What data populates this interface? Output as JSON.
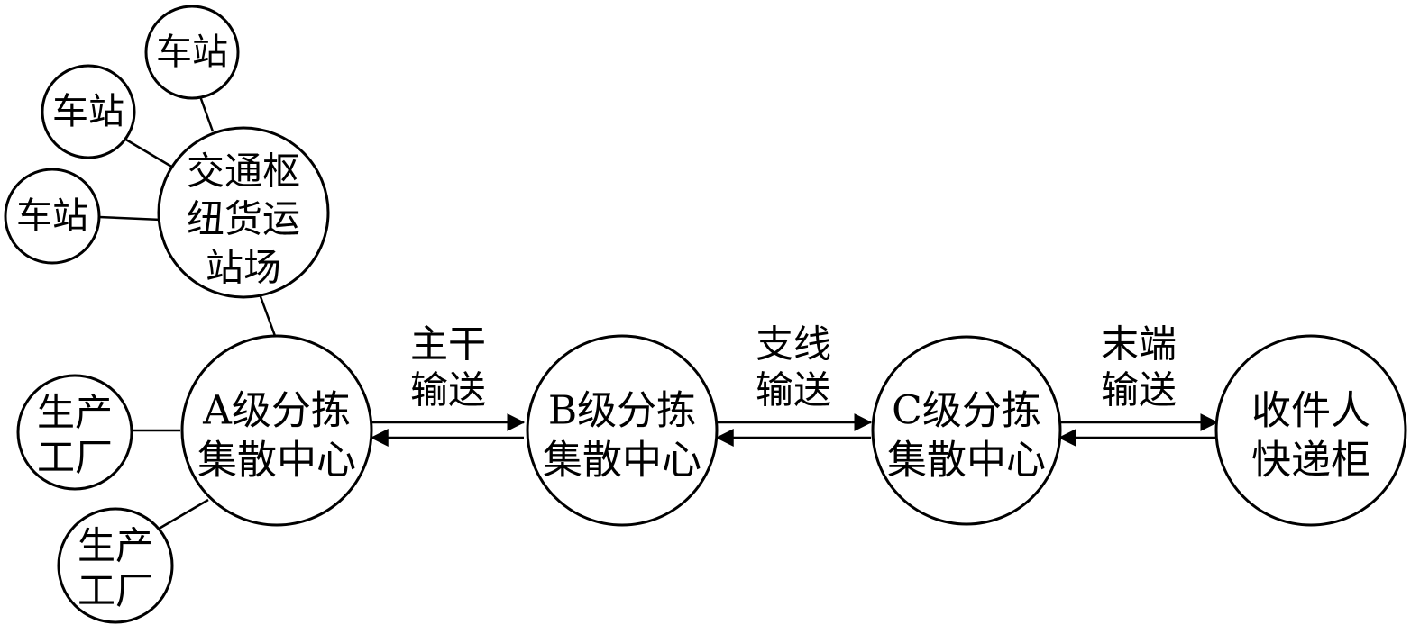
{
  "colors": {
    "stroke": "#000000",
    "fill": "#ffffff"
  },
  "nodes": {
    "station_top": {
      "lines": [
        "车站"
      ]
    },
    "station_mid": {
      "lines": [
        "车站"
      ]
    },
    "station_left": {
      "lines": [
        "车站"
      ]
    },
    "hub": {
      "lines": [
        "交通枢",
        "纽货运",
        "站场"
      ]
    },
    "factory_left": {
      "lines": [
        "生产",
        "工厂"
      ]
    },
    "factory_bottom": {
      "lines": [
        "生产",
        "工厂"
      ]
    },
    "center_a": {
      "lines": [
        "A级分拣",
        "集散中心"
      ]
    },
    "center_b": {
      "lines": [
        "B级分拣",
        "集散中心"
      ]
    },
    "center_c": {
      "lines": [
        "C级分拣",
        "集散中心"
      ]
    },
    "recipient": {
      "lines": [
        "收件人",
        "快递柜"
      ]
    }
  },
  "edges": {
    "trunk": {
      "lines": [
        "主干",
        "输送"
      ]
    },
    "branch": {
      "lines": [
        "支线",
        "输送"
      ]
    },
    "terminal": {
      "lines": [
        "末端",
        "输送"
      ]
    }
  }
}
